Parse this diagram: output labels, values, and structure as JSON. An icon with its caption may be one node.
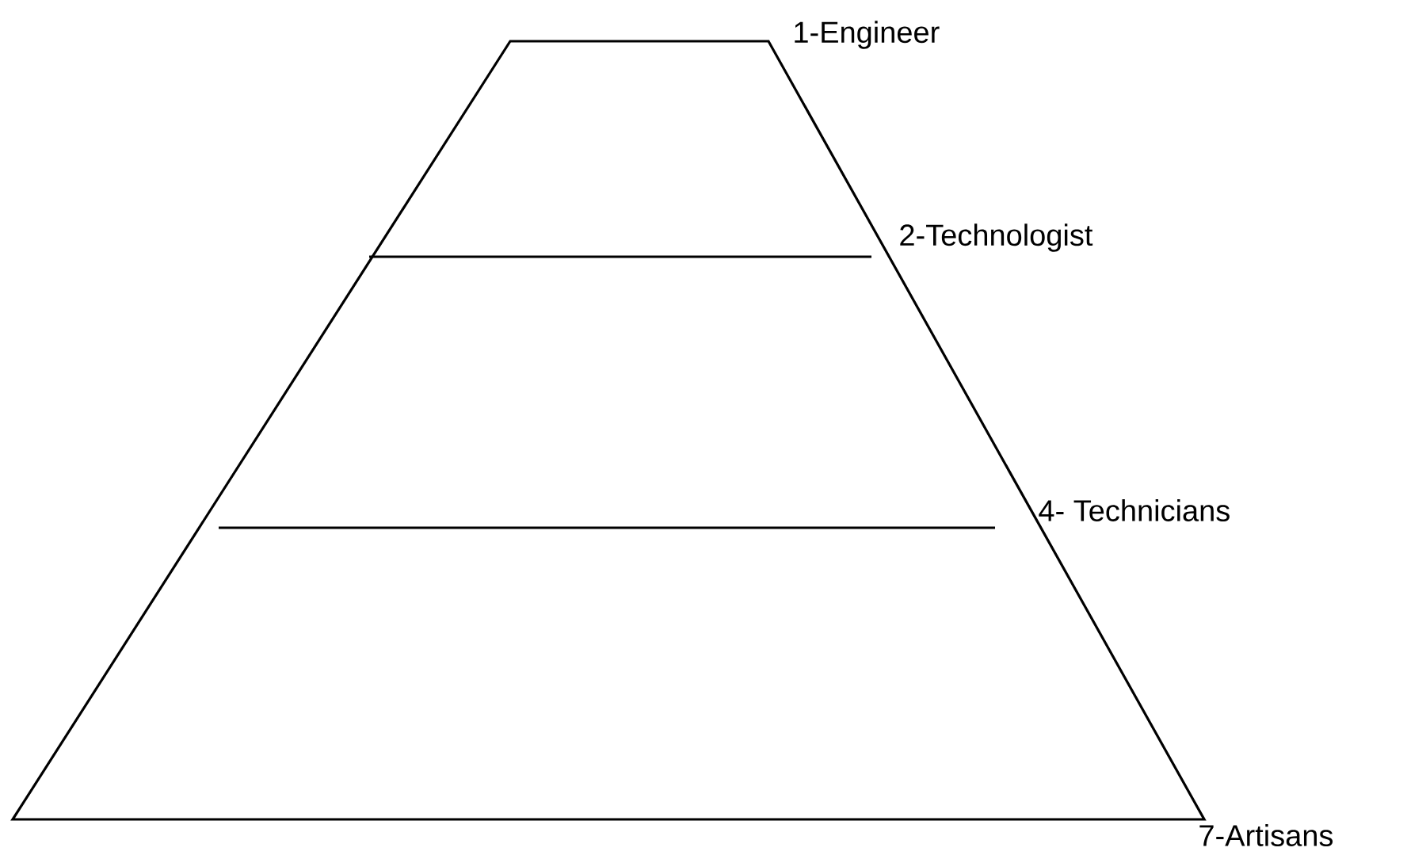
{
  "diagram": {
    "labels": [
      "1-Engineer",
      "2-Technologist",
      "4- Technicians",
      "7-Artisans"
    ]
  }
}
